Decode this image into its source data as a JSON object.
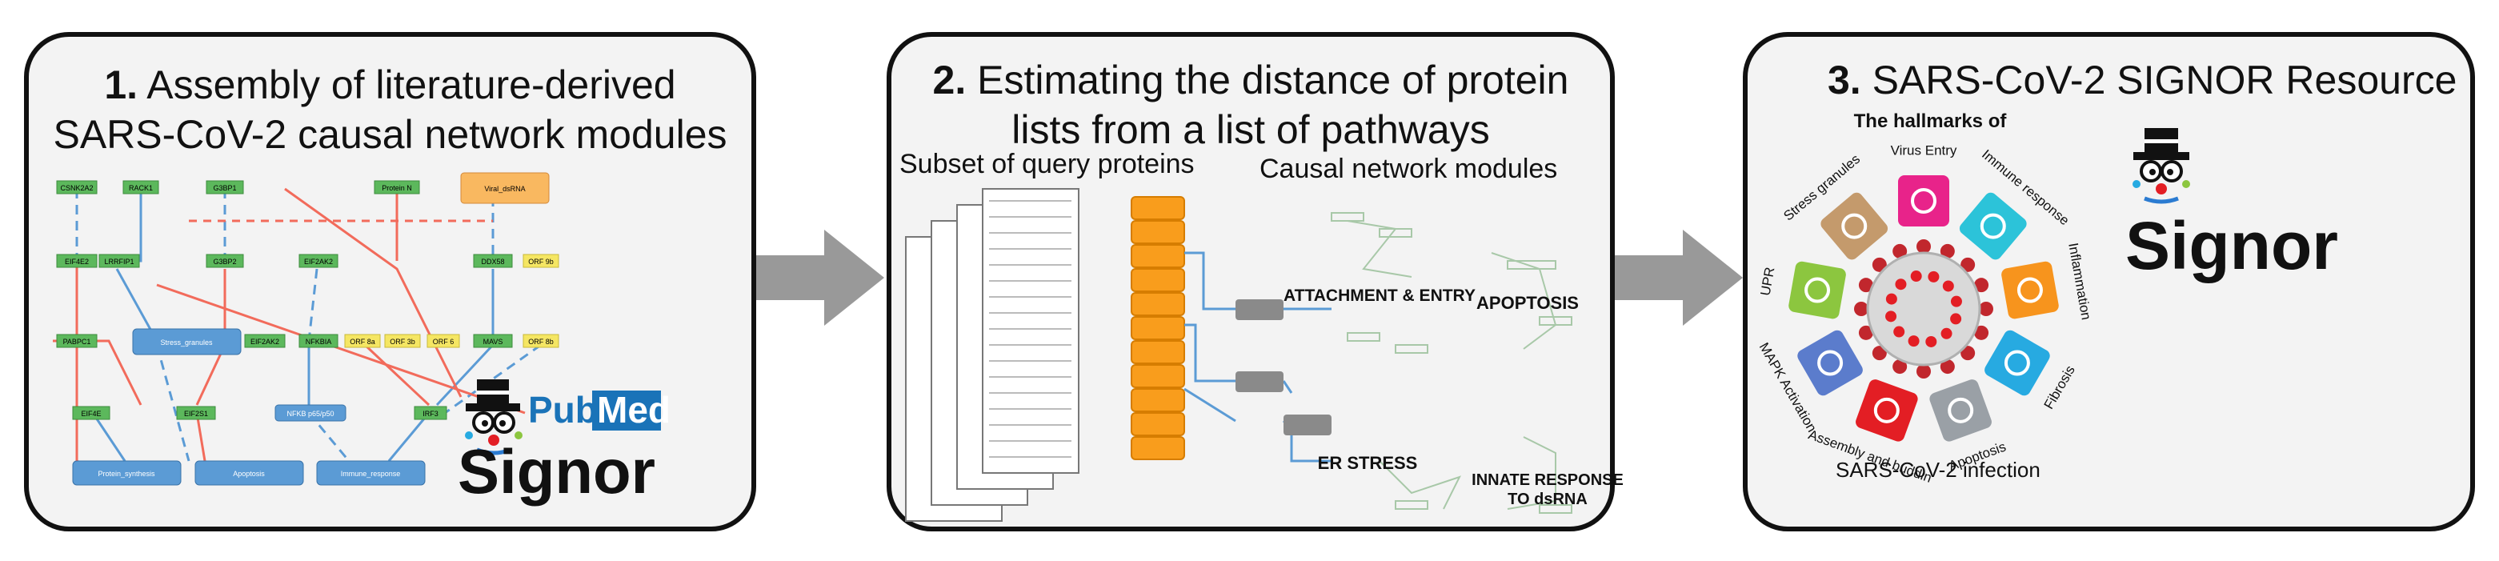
{
  "panel1": {
    "number": "1.",
    "title_line1": "Assembly of literature-derived",
    "title_line2": "SARS-CoV-2 causal network modules",
    "nodes": {
      "csnk2a": "CSNK2A2",
      "rack1": "RACK1",
      "g3bp1_top": "G3BP1",
      "protein_n": "Protein N",
      "viral_dsrna": "Viral_dsRNA",
      "eif4e2": "EIF4E2",
      "lrrfip": "LRRFIP1",
      "g3bp2": "G3BP2",
      "eif2ak": "EIF2AK2",
      "ddx58": "DDX58",
      "orf9b": "ORF 9b",
      "pabpc": "PABPC1",
      "stress_granules": "Stress_granules",
      "eif2ak2b": "EIF2AK2",
      "nfkbia": "NFKBIA",
      "orf8a": "ORF 8a",
      "orf3b": "ORF 3b",
      "orf6": "ORF 6",
      "mavs": "MAVS",
      "orf8b": "ORF 8b",
      "eif4e": "EIF4E",
      "eif2s1": "EIF2S1",
      "nfkb": "NFKB p65/p50",
      "irf3": "IRF3",
      "protein_synthesis": "Protein_synthesis",
      "apoptosis": "Apoptosis",
      "immune_response": "Immune_response"
    },
    "logo_pubmed_part1": "Pub",
    "logo_pubmed_part2": "Med",
    "logo_signor": "Signor"
  },
  "panel2": {
    "number": "2.",
    "title_line1": "Estimating the distance of protein",
    "title_line2": "lists from a list of pathways",
    "subset_label": "Subset of query proteins",
    "modules_label": "Causal network modules",
    "module1": "ATTACHMENT & ENTRY",
    "module2": "APOPTOSIS",
    "module3": "ER STRESS",
    "module4_line1": "INNATE RESPONSE",
    "module4_line2": "TO dsRNA"
  },
  "panel3": {
    "number": "3.",
    "title": "SARS-CoV-2 SIGNOR Resource",
    "hallmarks_label": "The hallmarks of",
    "infection_label": "SARS-CoV-2 infection",
    "logo_signor": "Signor",
    "segments": [
      {
        "label": "Virus Entry",
        "color": "#e8238a"
      },
      {
        "label": "Immune response",
        "color": "#2cc3d9"
      },
      {
        "label": "Inflammation",
        "color": "#f7941d"
      },
      {
        "label": "Fibrosis",
        "color": "#27aae1"
      },
      {
        "label": "Apoptosis",
        "color": "#9aa0a6"
      },
      {
        "label": "Assembly and buddin",
        "color": "#e31e24"
      },
      {
        "label": "MAPK Activation",
        "color": "#5b7ccc"
      },
      {
        "label": "UPR",
        "color": "#8cc63f"
      },
      {
        "label": "Stress granules",
        "color": "#c49a6c"
      }
    ]
  },
  "colors": {
    "arrow": "#999999",
    "node_green": "#5cb85c",
    "node_blue": "#5b9bd5",
    "node_yellow": "#f5e663",
    "node_orange": "#f9b860",
    "pubmed_blue": "#1a73b8",
    "stack_orange": "#f99d1c"
  }
}
